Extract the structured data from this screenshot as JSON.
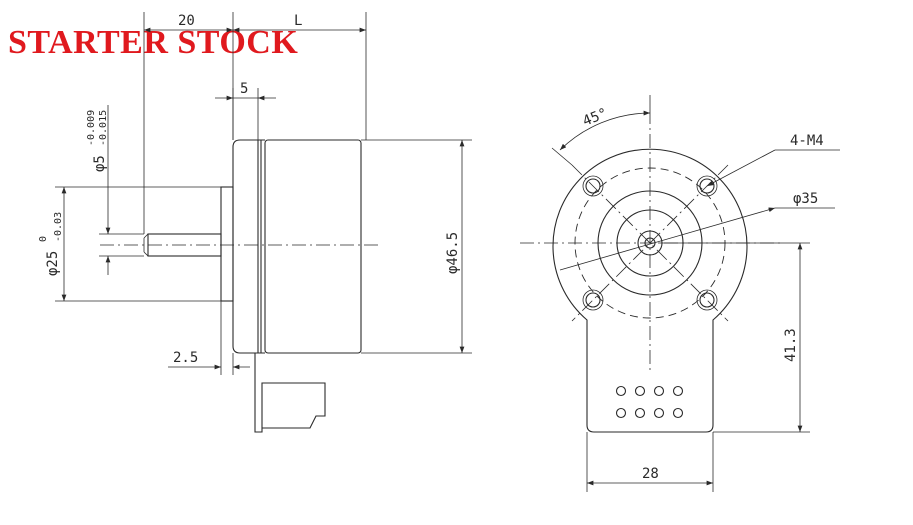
{
  "watermark": {
    "text": "STARTER STOCK",
    "color": "#e0191e"
  },
  "side_view": {
    "dim_shaft_len": "20",
    "dim_body_len": "L",
    "dim_flange": "5",
    "dim_pilot_thick": "2.5",
    "dim_height": "φ46.5",
    "dim_pilot_dia": "φ25",
    "dim_pilot_tol_upper": "0",
    "dim_pilot_tol_lower": "-0.03",
    "dim_shaft_dia": "φ5",
    "dim_shaft_tol_upper": "-0.009",
    "dim_shaft_tol_lower": "-0.015"
  },
  "front_view": {
    "dim_angle": "45°",
    "dim_holes": "4-M4",
    "dim_bolt_circle": "φ35",
    "dim_base_height": "41.3",
    "dim_base_width": "28"
  }
}
